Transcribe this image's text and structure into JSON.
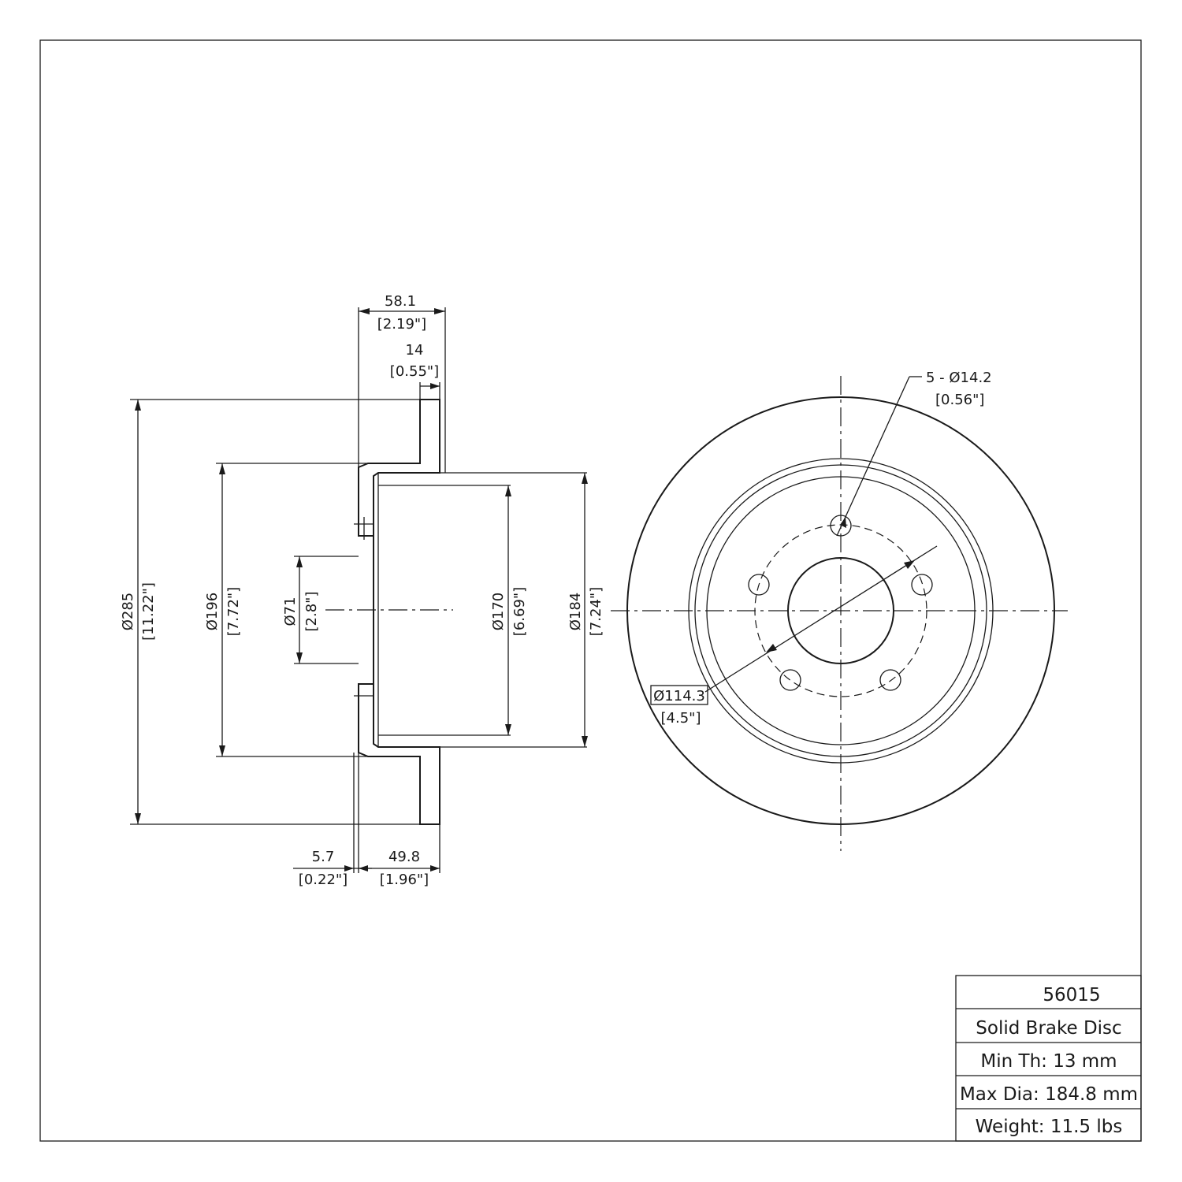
{
  "side_view": {
    "dim_overall_width": {
      "mm": "58.1",
      "inch": "[2.19\"]"
    },
    "dim_disc_thickness": {
      "mm": "14",
      "inch": "[0.55\"]"
    },
    "dim_outer_diameter": {
      "mm": "Ø285",
      "inch": "[11.22\"]"
    },
    "dim_hat_diameter": {
      "mm": "Ø196",
      "inch": "[7.72\"]"
    },
    "dim_center_bore": {
      "mm": "Ø71",
      "inch": "[2.8\"]"
    },
    "dim_inner_hat": {
      "mm": "Ø170",
      "inch": "[6.69\"]"
    },
    "dim_friction_inner": {
      "mm": "Ø184",
      "inch": "[7.24\"]"
    },
    "dim_hat_wall": {
      "mm": "5.7",
      "inch": "[0.22\"]"
    },
    "dim_hat_height": {
      "mm": "49.8",
      "inch": "[1.96\"]"
    }
  },
  "front_view": {
    "bolt_holes": {
      "mm": "5 - Ø14.2",
      "inch": "[0.56\"]"
    },
    "bolt_circle": {
      "mm": "Ø114.3",
      "inch": "[4.5\"]"
    }
  },
  "title_block": {
    "part_number": "56015",
    "description": "Solid Brake Disc",
    "min_thickness": "Min Th: 13 mm",
    "max_diameter": "Max Dia: 184.8 mm",
    "weight": "Weight: 11.5 lbs"
  }
}
